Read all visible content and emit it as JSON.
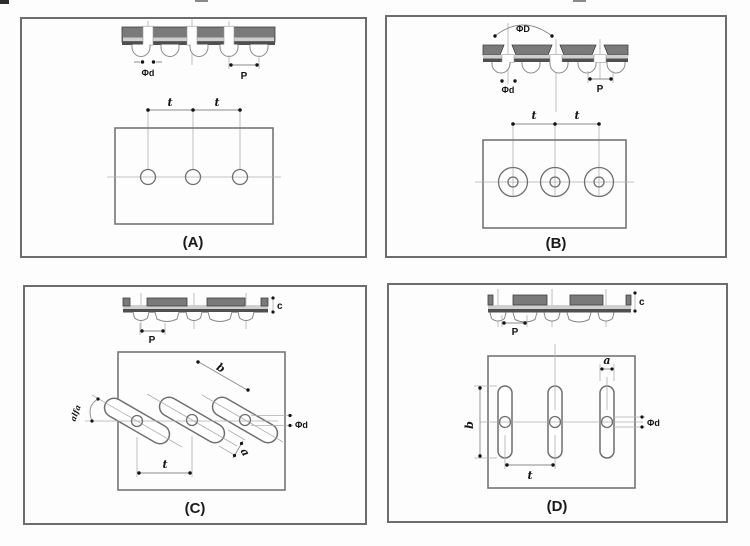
{
  "colors": {
    "panel_border": "#6d6d6d",
    "plate_fill": "#7a7a7a",
    "plate_edge": "#3f3f3f",
    "band": "#cfcfcf",
    "strip": "#4f4f4f",
    "object_line": "#6f6f6f",
    "center_line": "#aeaeae",
    "dimension_line": "#8a8a8a",
    "ink": "#141414"
  },
  "panels": [
    {
      "id": "A",
      "caption": "(A)",
      "labels": {
        "hole_diameter": "Φd",
        "pitch": "P",
        "spacing_left": "t",
        "spacing_right": "t"
      }
    },
    {
      "id": "B",
      "caption": "(B)",
      "labels": {
        "countersink_diameter": "ΦD",
        "hole_diameter": "Φd",
        "pitch": "P",
        "spacing_left": "t",
        "spacing_right": "t"
      }
    },
    {
      "id": "C",
      "caption": "(C)",
      "labels": {
        "pitch": "P",
        "thickness": "c",
        "angle": "alfa",
        "slot_length": "b",
        "slot_width": "a",
        "hole_diameter": "Φd",
        "spacing": "t"
      }
    },
    {
      "id": "D",
      "caption": "(D)",
      "labels": {
        "pitch": "P",
        "thickness": "c",
        "slot_width": "a",
        "slot_length": "b",
        "hole_diameter": "Φd",
        "spacing": "t"
      }
    }
  ]
}
